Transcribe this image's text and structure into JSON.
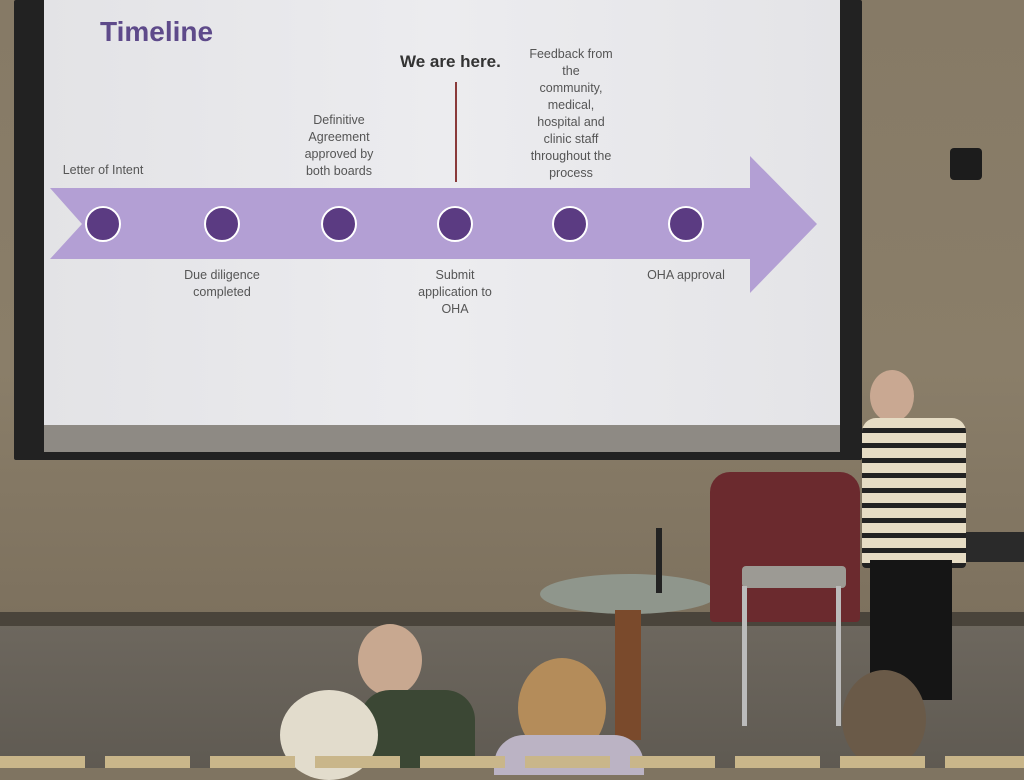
{
  "slide": {
    "title": "Timeline",
    "marker": "We are here.",
    "milestones_above": [
      "Letter of Intent",
      "Definitive\nAgreement\napproved by\nboth boards",
      "Feedback from\nthe\ncommunity,\nmedical,\nhospital and\nclinic staff\nthroughout the\nprocess"
    ],
    "milestones_below": [
      "Due diligence\ncompleted",
      "Submit\napplication to\nOHA",
      "OHA approval"
    ]
  },
  "colors": {
    "arrow": "#b39fd4",
    "dot": "#5b3b82",
    "title": "#5e4a8a"
  }
}
